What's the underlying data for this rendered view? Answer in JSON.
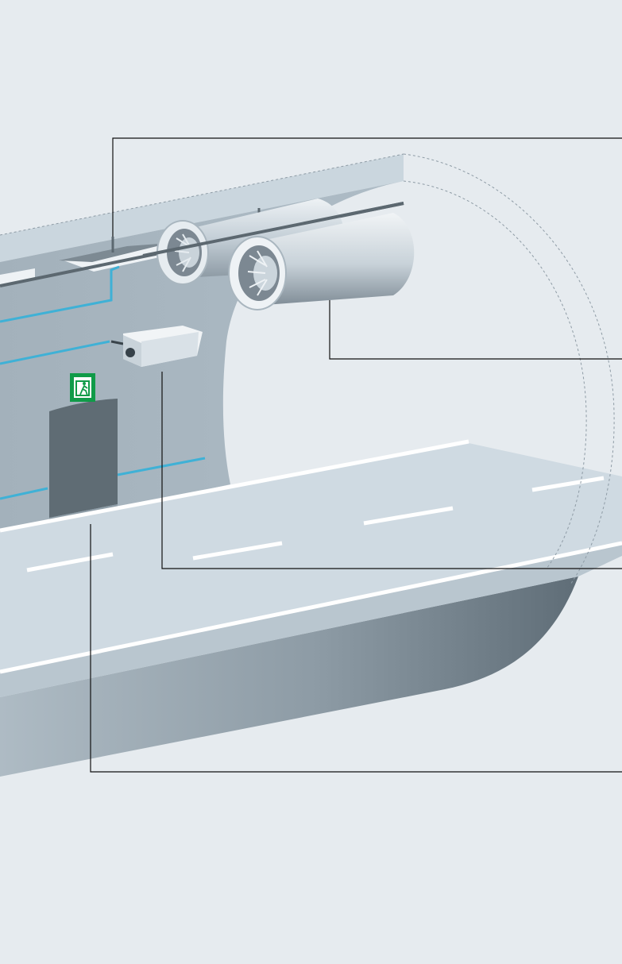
{
  "diagram": {
    "subject": "road-tunnel-cutaway",
    "components": [
      {
        "id": "ceiling-duct",
        "icon": "duct-icon"
      },
      {
        "id": "jet-fans",
        "icon": "fan-icon",
        "count": 2
      },
      {
        "id": "cctv-camera",
        "icon": "camera-icon"
      },
      {
        "id": "emergency-exit-door",
        "icon": "door-icon"
      },
      {
        "id": "emergency-exit-sign",
        "icon": "running-man-exit-icon"
      },
      {
        "id": "roadway",
        "icon": "road-icon",
        "lanes": 2
      }
    ],
    "colors": {
      "background": "#e6ebef",
      "tunnel_wall": "#a7b6c1",
      "road_surface": "#cfdae2",
      "road_edge_line": "#ffffff",
      "cable_line": "#3fb1d6",
      "exit_sign_green": "#109b48",
      "leader_line": "#111111",
      "dashed_outline": "#8e9ba5"
    }
  }
}
